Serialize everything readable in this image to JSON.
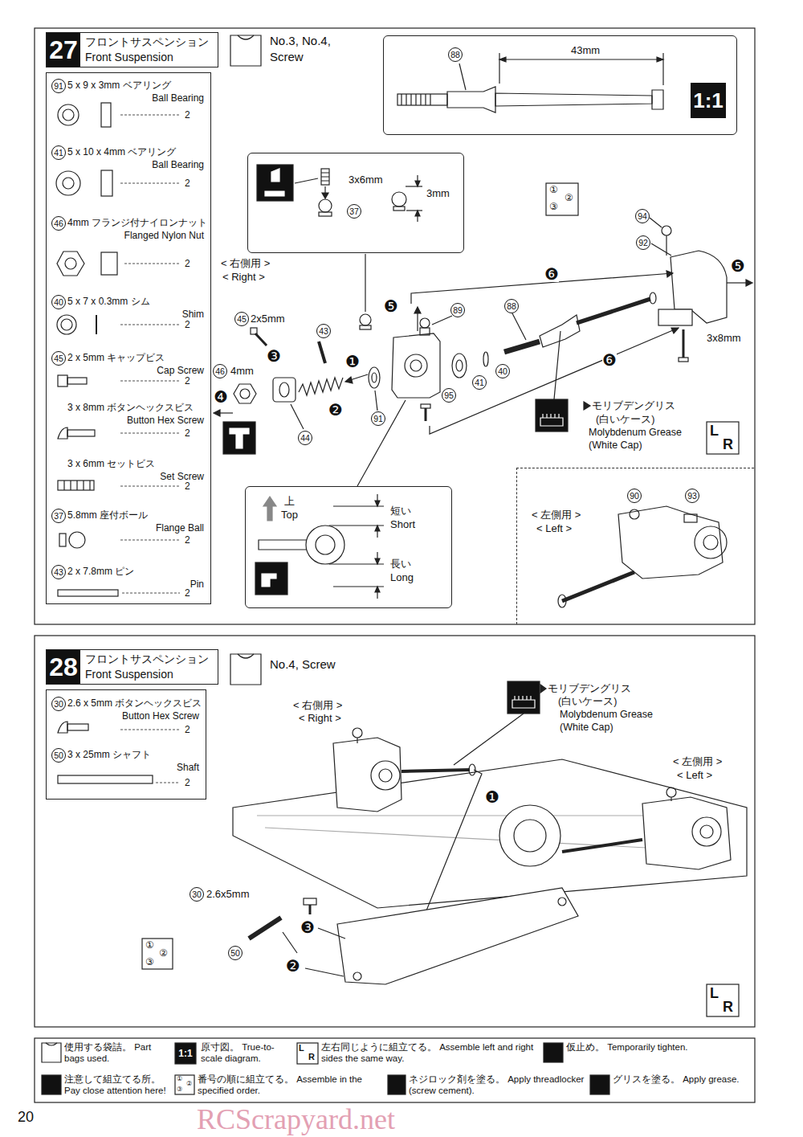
{
  "diagram": {
    "nodes": [
      {
        "text": [
          "27",
          "フロントサスペンション",
          "Front Suspension"
        ]
      },
      {
        "text": [
          "91",
          "5 x 9 x 3mm ベアリング",
          "Ball Bearing",
          "2",
          "41",
          "5 x 10 x 4mm ベアリング",
          "Ball Bearing",
          "2",
          "46",
          "4mm フランジ付ナイロンナット",
          "Flanged Nylon Nut",
          "2",
          "40",
          "5 x 7 x 0.3mm シム",
          "Shim",
          "2",
          "45",
          "2 x 5mm キャップビス",
          "Cap Screw",
          "2",
          "3 x 8mm ボタンヘックスビス",
          "Button Hex Screw",
          "2",
          "3 x 6mm セットビス",
          "Set Screw",
          "2",
          "37",
          "5.8mm 座付ボール",
          "Flange Ball",
          "2",
          "43",
          "2 x 7.8mm ピン",
          "Pin",
          "2"
        ]
      },
      {
        "text": [
          "88",
          "43mm",
          "1:1"
        ]
      },
      {
        "text": [
          "3x6mm",
          "37",
          "3mm"
        ]
      },
      {
        "text": [
          "上",
          "Top",
          "短い",
          "Short",
          "長い",
          "Long"
        ]
      },
      {
        "text": [
          "< 左側用 >",
          "< Left >",
          "90",
          "93"
        ]
      },
      {
        "text": [
          "28",
          "フロントサスペンション",
          "Front Suspension"
        ]
      },
      {
        "text": [
          "30",
          "2.6 x 5mm ボタンヘックスビス",
          "Button Hex Screw",
          "2",
          "50",
          "3 x 25mm シャフト",
          "Shaft",
          "2"
        ]
      }
    ],
    "labels": [
      "< 右側用 >",
      "< Right >",
      "No.3, No.4,",
      "Screw",
      "45",
      "2x5mm",
      "43",
      "❸",
      "❶",
      "46",
      "4mm",
      "❹",
      "❷",
      "44",
      "91",
      "❺",
      "89",
      "88",
      "41",
      "40",
      "95",
      "❻",
      "❻",
      "94",
      "92",
      "❺",
      "3x8mm",
      "モリブデングリス",
      "(白いケース)",
      "Molybdenum Grease",
      "(White Cap)",
      "①",
      "②",
      "③",
      "L",
      "R",
      "No.4, Screw",
      "< 右側用 >",
      "< Right >",
      "モリブデングリス",
      "(白いケース)",
      "Molybdenum Grease",
      "(White Cap)",
      "< 左側用 >",
      "< Left >",
      "❶",
      "30",
      "2.6x5mm",
      "❸",
      "❷",
      "50",
      "①",
      "②",
      "③",
      "L",
      "R",
      "1:1",
      "L",
      "R",
      "①",
      "②",
      "③",
      "20",
      "RCScrapyard.net"
    ],
    "legend": [
      {
        "text": "使用する袋詰。 Part bags used."
      },
      {
        "text": "原寸図。 True-to-scale diagram."
      },
      {
        "text": "左右同じように組立てる。 Assemble left and right sides the same way."
      },
      {
        "text": "仮止め。 Temporarily tighten."
      },
      {
        "text": "注意して組立てる所。 Pay close attention here!"
      },
      {
        "text": "番号の順に組立てる。 Assemble in the specified order."
      },
      {
        "text": "ネジロック剤を塗る。 Apply threadlocker (screw cement)."
      },
      {
        "text": "グリスを塗る。 Apply grease."
      }
    ]
  }
}
